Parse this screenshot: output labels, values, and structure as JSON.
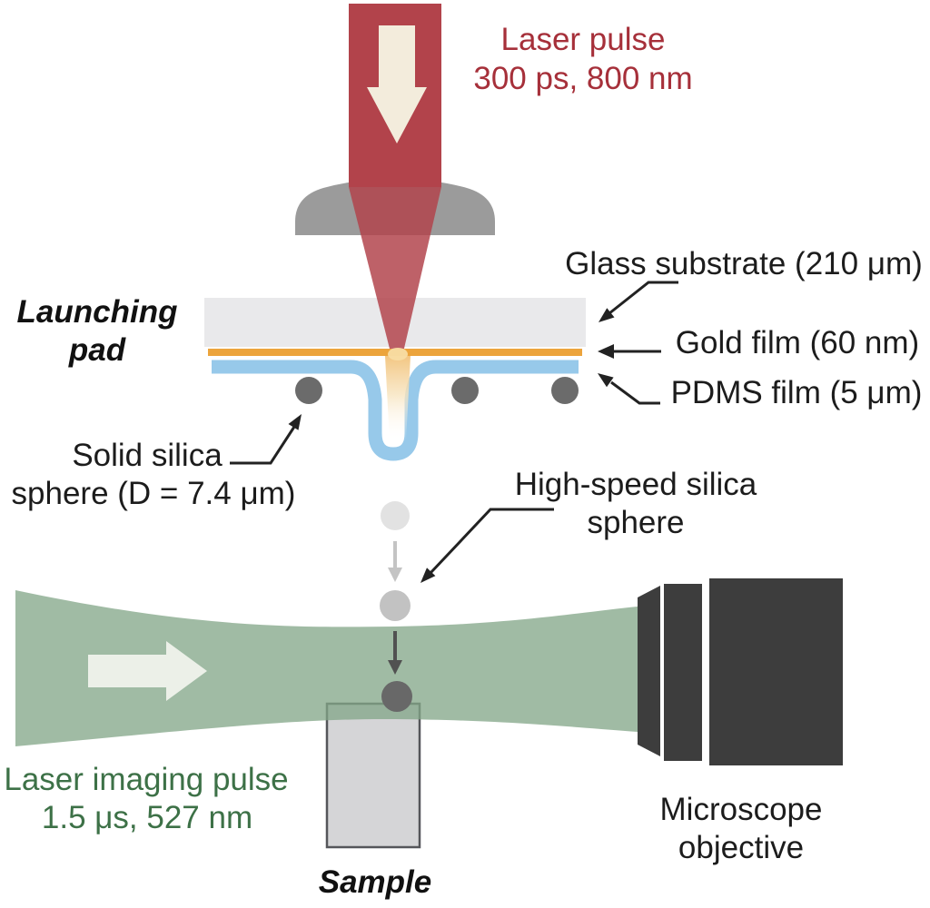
{
  "figure": {
    "type": "experimental-setup-diagram",
    "title_implicit": "Laser-induced launching of silica microspheres"
  },
  "labels": {
    "laser_pulse": {
      "line1": "Laser pulse",
      "line2": "300 ps, 800 nm"
    },
    "launching_pad": {
      "line1": "Launching",
      "line2": "pad"
    },
    "glass_substrate": "Glass substrate (210 μm)",
    "gold_film": "Gold film (60 nm)",
    "pdms_film": "PDMS film (5 μm)",
    "solid_silica": {
      "line1": "Solid silica",
      "line2": "sphere (D = 7.4 μm)"
    },
    "high_speed": {
      "line1": "High-speed silica",
      "line2": "sphere"
    },
    "imaging_pulse": {
      "line1": "Laser imaging pulse",
      "line2": "1.5 μs, 527 nm"
    },
    "microscope": {
      "line1": "Microscope",
      "line2": "objective"
    },
    "sample": "Sample"
  },
  "colors": {
    "laser_red": "#b2434b",
    "laser_text_red": "#a6303a",
    "lens_gray": "#9b9b9b",
    "glass_gray": "#e9e9eb",
    "gold": "#eca43c",
    "pdms_blue": "#97c9ea",
    "glow_cream": "#f5cd8a",
    "sphere_dark_gray": "#6b6b6b",
    "sphere_fading_1": "#e2e2e2",
    "sphere_fading_2": "#c2c2c2",
    "imaging_green": "#a3bda7",
    "imaging_text_green": "#3d7147",
    "objective_dark": "#3d3d3d",
    "sample_gray": "#d5d5d7",
    "arrow_cream": "#f3ecdc",
    "annotation_black": "#222222"
  }
}
